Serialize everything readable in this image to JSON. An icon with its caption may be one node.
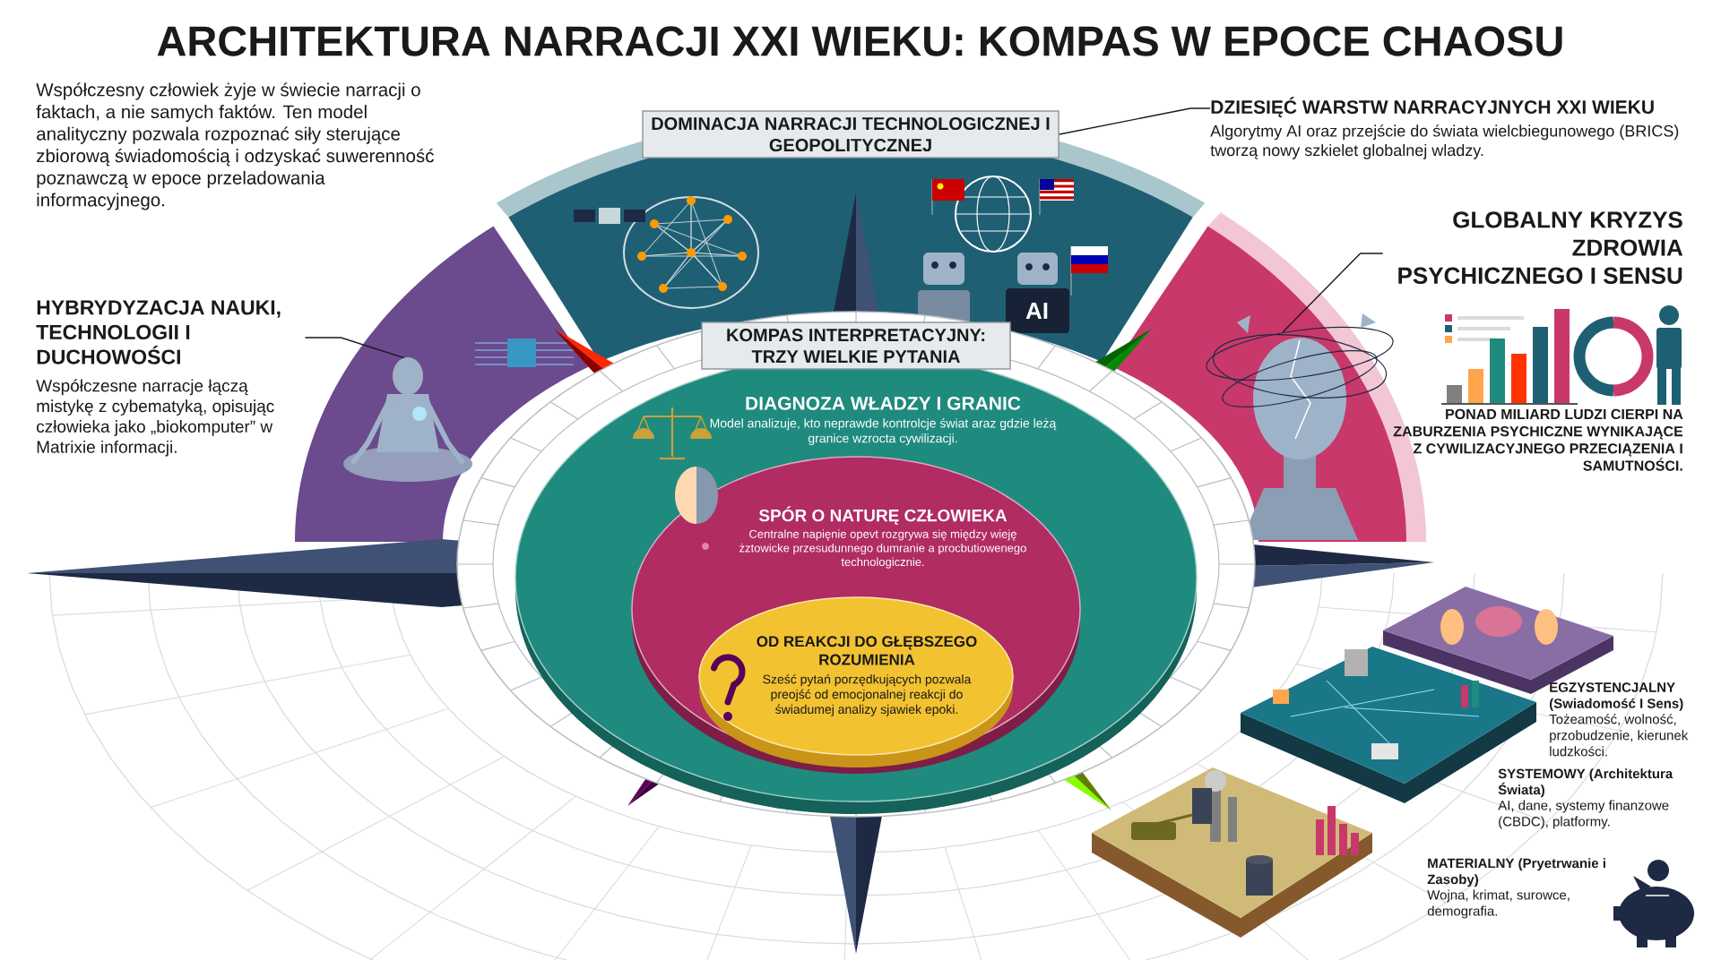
{
  "diagram": {
    "title": "ARCHITEKTURA NARRACJI XXI WIEKU: KOMPAS W EPOCE CHAOSU",
    "nodes": [
      {
        "text": [
          "DOMINACJA NARRACJI TECHNOLOGICZNEJ I GEOPOLITYCZNEJ"
        ]
      },
      {
        "text": [
          "DZIESIĘĆ WARSTW NARRACYJNYCH XXI WIEKU",
          "Algorytmy AI oraz przejście do świata wielcbiegunowego (BRICS) tworzą nowy szkielet globalnej wladzy."
        ]
      },
      {
        "text": [],
        "shape": "picture"
      },
      {
        "text": [
          "HYBRYDYZACJA NAUKI, TECHNOLOGII I DUCHOWOŚCI",
          "Współczesne narracje łączą mistykę z cybematyką, opisując człowieka jako „biokomputer” w Matrixie informacji."
        ]
      },
      {
        "text": [],
        "shape": "picture"
      },
      {
        "text": [
          "GLOBALNY KRYZYS ZDROWIA PSYCHICZNEGO I SENSU",
          "PONAD MILIARD LUDZI CIERPI NA ZABURZENIA PSYCHICZNE WYNIKAJĄCE Z CYWILIZACYJNEGO PRZECIĄZENIA I SAMUTNOŚCI."
        ]
      },
      {
        "text": [
          "KOMPAS INTERPRETACYJNY: TRZY WIELKIE PYTANIA"
        ]
      },
      {
        "text": [
          "DIAGNOZA WŁADZY I GRANIC",
          "Model analizuje, kto neprawde kontrolcje świat araz gdzie leżą granice wzrocta cywilizacji."
        ]
      },
      {
        "text": [
          "SPÓR O NATURĘ CZŁOWIEKA",
          "Centralne napięnie opevt rozgrywa się między wieję żztowicke przesudunnego dumranie a procbutiowenego technologicznie."
        ],
        "in": 7
      },
      {
        "text": [
          "OD REAKCJI DO GŁĘBSZEGO ROZUMIENIA",
          "Sześć pytań porzędkujących pozwala preojść od emocjonalnej reakcji do świadumej analizy sjawiek epoki."
        ],
        "in": 8
      }
    ],
    "edges": [
      {
        "from": 1,
        "to": 0,
        "arrow": "none"
      },
      {
        "from": 3,
        "to": 2,
        "arrow": "none"
      },
      {
        "from": 5,
        "to": 4,
        "arrow": "none"
      }
    ],
    "labels": [
      "Współczesny człowiek żyje w świecie narracji o faktach, a nie samych faktów. Ten model analityczny pozwala rozpoznać siły sterujące zbiorową świadomością i odzyskać suwerenność poznawczą w epoce przeladowania informacyjnego.",
      "AI",
      "EGZYSTENCJALNY (Swiadomość I Sens)",
      "Tożeamość, wolność, przobudzenie, kierunek ludzkości.",
      "SYSTEMOWY (Architektura Świata)",
      "AI, dane, systemy finanzowe (CBDC), platformy.",
      "MATERIALNY (Pryetrwanie i Zasoby)",
      "Wojna, krimat, surowce, demografia."
    ]
  }
}
